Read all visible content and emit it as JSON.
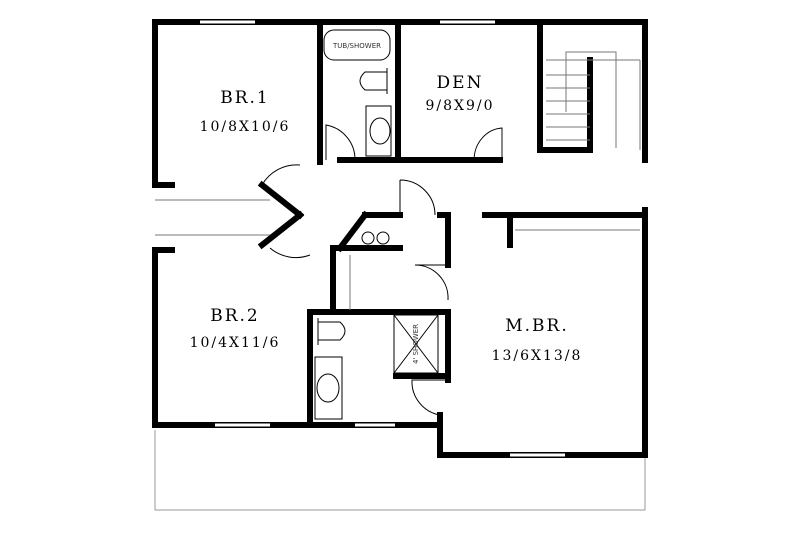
{
  "rooms": {
    "br1": {
      "name": "BR.1",
      "size": "10/8X10/6"
    },
    "den": {
      "name": "DEN",
      "size": "9/8X9/0"
    },
    "br2": {
      "name": "BR.2",
      "size": "10/4X11/6"
    },
    "mbr": {
      "name": "M.BR.",
      "size": "13/6X13/8"
    }
  },
  "fixtures": {
    "tub": "TUB/SHOWER",
    "shower": "4' SHOWER"
  },
  "colors": {
    "wall": "#000000",
    "line": "#888888"
  }
}
